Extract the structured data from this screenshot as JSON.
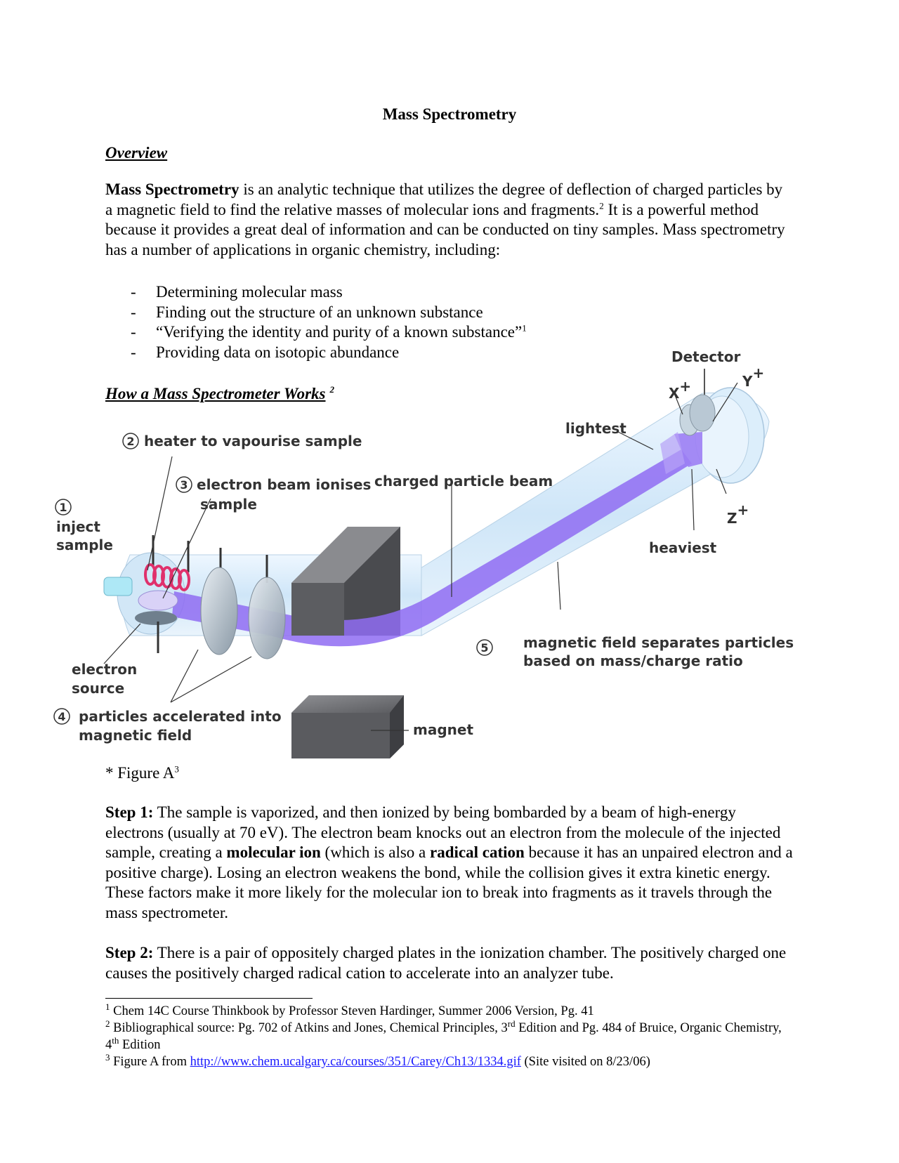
{
  "title": "Mass Spectrometry",
  "overview": {
    "heading": "Overview",
    "term": "Mass Spectrometry",
    "text1": " is an analytic technique that utilizes the degree of deflection of charged particles by a magnetic field to find the relative masses of molecular ions and fragments.",
    "sup1": "2",
    "text2": " It is a powerful method because it provides a great deal of information and can be conducted on tiny samples. Mass spectrometry has a number of applications in organic chemistry, including:"
  },
  "applications": [
    {
      "dash": "-",
      "text": "Determining molecular mass",
      "sup": ""
    },
    {
      "dash": "-",
      "text": "Finding out the structure of an unknown substance",
      "sup": ""
    },
    {
      "dash": "-",
      "text": "“Verifying the identity and purity of a known substance”",
      "sup": "1"
    },
    {
      "dash": "-",
      "text": "Providing data on isotopic abundance",
      "sup": ""
    }
  ],
  "how_heading": {
    "text": "How a Mass Spectrometer Works",
    "sup": "2"
  },
  "figure": {
    "labels": {
      "detector": "Detector",
      "x": "X",
      "y": "Y",
      "z": "Z",
      "plus": "+",
      "lightest": "lightest",
      "heaviest": "heaviest",
      "beam": "charged particle beam",
      "step2": "heater to vapourise sample",
      "step3a": "electron beam ionises",
      "step3b": "sample",
      "step1a": "inject",
      "step1b": "sample",
      "source_a": "electron",
      "source_b": "source",
      "step4a": "particles accelerated into",
      "step4b": "magnetic field",
      "step5a": "magnetic field separates particles",
      "step5b": "based on mass/charge ratio",
      "magnet": "magnet",
      "n1": "1",
      "n2": "2",
      "n3": "3",
      "n4": "4",
      "n5": "5"
    },
    "caption": "* Figure A",
    "caption_sup": "3"
  },
  "step1": {
    "label": "Step 1:",
    "t1": " The sample is vaporized, and then ionized by being bombarded by a beam of high-energy electrons (usually at 70 eV). The electron beam knocks out an electron from the molecule of the injected sample, creating a ",
    "b1": "molecular ion",
    "t2": " (which is also a ",
    "b2": "radical cation",
    "t3": " because it has an unpaired electron and a positive charge). Losing an electron weakens the bond, while the collision gives it extra kinetic energy. These factors make it more likely for the molecular ion to break into fragments as it travels through the mass spectrometer."
  },
  "step2": {
    "label": "Step 2:",
    "text": " There is a pair of oppositely charged plates in the ionization chamber. The positively charged one causes the positively charged radical cation to accelerate into an analyzer tube."
  },
  "footnotes": {
    "f1": {
      "num": "1",
      "text": "Chem 14C Course Thinkbook by Professor Steven Hardinger, Summer 2006 Version, Pg. 41"
    },
    "f2": {
      "num": "2",
      "t1": "Bibliographical source: Pg. 702 of Atkins and Jones, Chemical Principles, 3",
      "s1": "rd",
      "t2": " Edition and Pg. 484 of Bruice, Organic Chemistry, 4",
      "s2": "th",
      "t3": " Edition"
    },
    "f3": {
      "num": "3",
      "t1": "Figure A from ",
      "link": "http://www.chem.ucalgary.ca/courses/351/Carey/Ch13/1334.gif",
      "t2": " (Site visited on 8/23/06)"
    }
  },
  "colors": {
    "beam": "#8f6cf2",
    "tube": "#d7ebfa",
    "magnet": "#55565a",
    "coil": "#e0306c",
    "link": "#1a1aff"
  }
}
